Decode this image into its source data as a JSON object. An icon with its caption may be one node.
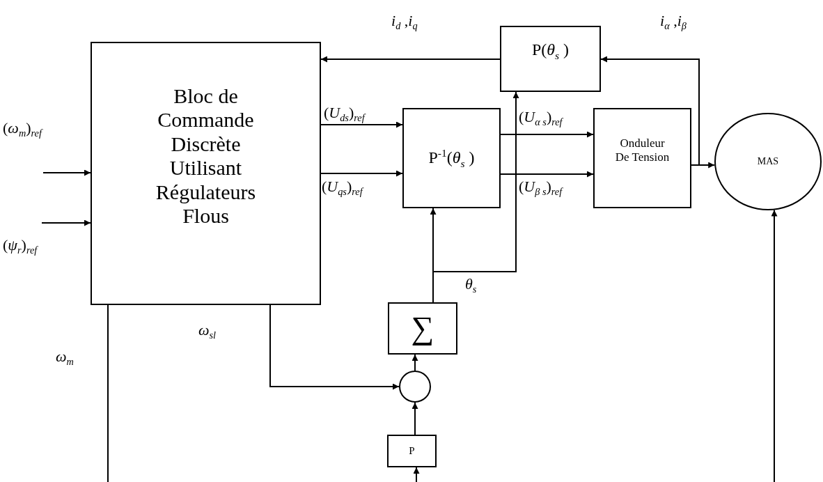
{
  "diagram": {
    "nodes": [
      {
        "text": [
          "Bloc de Commande Discrète Utilisant Régulateurs Flous"
        ]
      },
      {
        "text": [
          "P(*θ*$_{s}$ )"
        ]
      },
      {
        "text": [
          "P$^{-1}$(*θ*$_{s}$ )"
        ]
      },
      {
        "text": [
          "Onduleur De Tension"
        ]
      },
      {
        "text": [
          "MAS"
        ]
      },
      {
        "text": [
          "∑"
        ]
      },
      {
        "text": [],
        "shape": "circle"
      },
      {
        "text": [
          "P"
        ]
      }
    ],
    "edges": [
      {
        "from": 1,
        "to": 0,
        "arrow": "to",
        "label": "*i*$_{d}$ ,*i*$_{q}$"
      },
      {
        "from": 3,
        "to": 4,
        "arrow": "to"
      },
      {
        "from": 3,
        "to": 1,
        "arrow": "to",
        "label": "*i*$_{α}$ ,*i*$_{β}$"
      },
      {
        "from": 0,
        "to": 2,
        "arrow": "to",
        "label": "(*U*$_{ds}$)$_{ref}$"
      },
      {
        "from": 0,
        "to": 2,
        "arrow": "to",
        "label": "(*U*$_{qs}$)$_{ref}$"
      },
      {
        "from": 2,
        "to": 3,
        "arrow": "to",
        "label": "(*U*$_{α s}$)$_{ref}$"
      },
      {
        "from": 2,
        "to": 3,
        "arrow": "to",
        "label": "(*U*$_{β s}$)$_{ref}$"
      },
      {
        "from": 5,
        "to": 2,
        "arrow": "to"
      },
      {
        "from": 5,
        "to": 1,
        "arrow": "to",
        "label": "*θ*$_{s}$"
      },
      {
        "from": 6,
        "to": 5,
        "arrow": "to"
      },
      {
        "from": 0,
        "to": 6,
        "arrow": "to",
        "label": "*ω*$_{sl}$"
      },
      {
        "from": 7,
        "to": 6,
        "arrow": "to"
      },
      {
        "from": null,
        "to": 7,
        "arrow": "to"
      },
      {
        "from": null,
        "to": 4,
        "arrow": "to"
      },
      {
        "from": null,
        "to": 0,
        "arrow": "to",
        "label": "(*ω*$_{m}$)$_{ref}$"
      },
      {
        "from": null,
        "to": 0,
        "arrow": "to",
        "label": "(*ψ*$_{r}$)$_{ref}$"
      },
      {
        "from": 0,
        "to": null,
        "arrow": "none",
        "label": "*ω*$_{m}$"
      }
    ]
  }
}
